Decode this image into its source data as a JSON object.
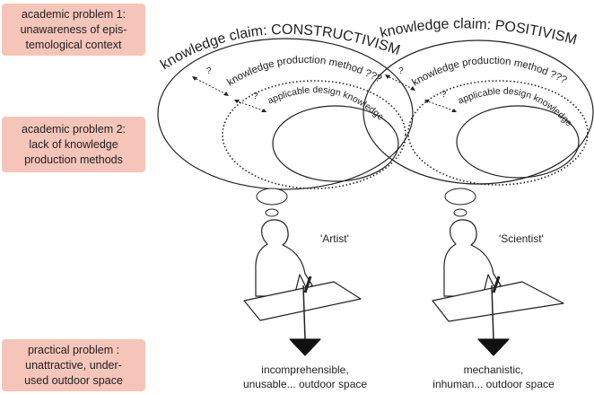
{
  "problems": {
    "p1": {
      "line1": "academic problem 1:",
      "line2": "unawareness of epis-",
      "line3": "temological context"
    },
    "p2": {
      "line1": "academic problem 2:",
      "line2": "lack of knowledge",
      "line3": "production methods"
    },
    "p3": {
      "line1": "practical problem :",
      "line2": "unattractive, under-",
      "line3": "used outdoor space"
    }
  },
  "left": {
    "claim": "knowledge claim: CONSTRUCTIVISM",
    "method": "knowledge production method ???",
    "design": "applicable design knowledge",
    "q1": "?",
    "q2": "?",
    "role": "'Artist'",
    "outcome_line1": "incomprehensible,",
    "outcome_line2": "unusable... outdoor space"
  },
  "right": {
    "claim": "knowledge claim: POSITIVISM",
    "method": "knowledge production method ???",
    "design": "applicable design knowledge",
    "q1": "?",
    "q2": "?",
    "role": "'Scientist'",
    "outcome_line1": "mechanistic,",
    "outcome_line2": "inhuman... outdoor space"
  },
  "colors": {
    "problem_box": "#f6c5b9",
    "stroke": "#222222"
  }
}
